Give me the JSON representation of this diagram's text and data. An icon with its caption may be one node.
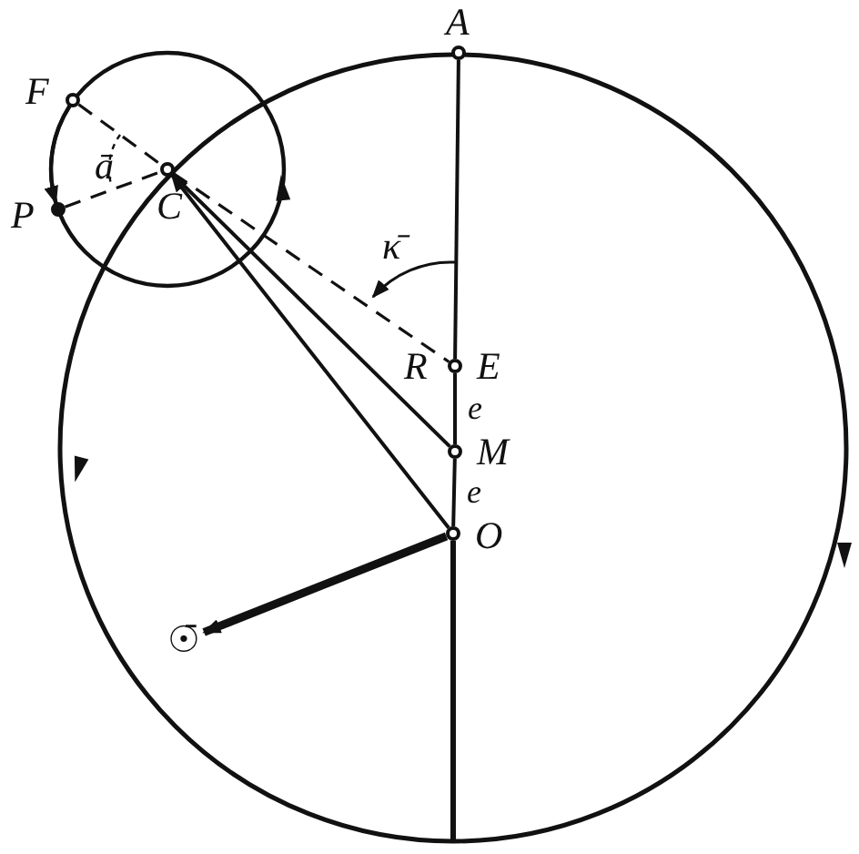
{
  "diagram": {
    "nodes": [
      {
        "text": [
          "A"
        ]
      },
      {
        "text": [
          "F"
        ]
      },
      {
        "text": [
          "P"
        ]
      },
      {
        "text": [
          "C"
        ]
      },
      {
        "text": [
          "E"
        ]
      },
      {
        "text": [
          "M"
        ]
      },
      {
        "text": [
          "O"
        ]
      },
      {
        "text": [
          "☉̄"
        ]
      }
    ],
    "edges": [
      {
        "from": 0,
        "to": 4,
        "arrow": "none"
      },
      {
        "from": 4,
        "to": 5,
        "arrow": "none",
        "label": "e"
      },
      {
        "from": 5,
        "to": 6,
        "arrow": "none",
        "label": "e"
      },
      {
        "from": 3,
        "to": 4,
        "arrow": "none",
        "style": "dashed"
      },
      {
        "from": 3,
        "to": 5,
        "arrow": "none"
      },
      {
        "from": 6,
        "to": 3,
        "arrow": "to"
      },
      {
        "from": 6,
        "to": 7,
        "arrow": "to",
        "style": "thick"
      },
      {
        "from": 1,
        "to": 3,
        "arrow": "none",
        "style": "dashed"
      },
      {
        "from": 2,
        "to": 3,
        "arrow": "none",
        "style": "dashed"
      },
      {
        "from": 1,
        "to": 2,
        "arrow": "to"
      }
    ],
    "labels": [
      "ā",
      "κ̄",
      "R"
    ]
  }
}
